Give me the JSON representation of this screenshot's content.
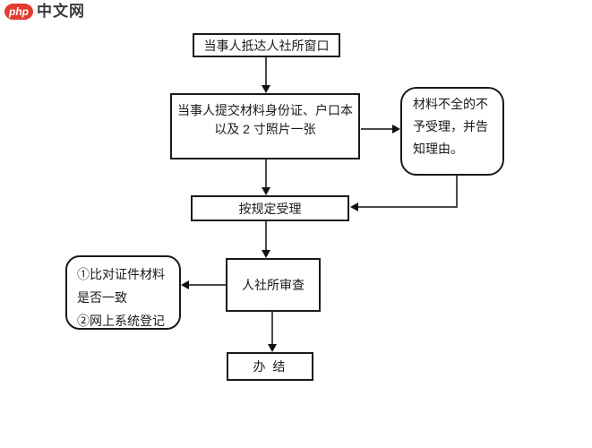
{
  "logo": {
    "badge": "php",
    "site_name": "中文网"
  },
  "flowchart": {
    "nodes": {
      "arrival": {
        "label": "当事人抵达人社所窗口"
      },
      "submit": {
        "lines": [
          "当事人提交材料身份证、户口本",
          "以及 2 寸照片一张"
        ]
      },
      "reject_note": {
        "lines": [
          "材料不全的不",
          "予受理，并告",
          "知理由。"
        ]
      },
      "accept": {
        "label": "按规定受理"
      },
      "review": {
        "label": "人社所审查"
      },
      "review_note": {
        "lines": [
          "①比对证件材料",
          "是否一致",
          "②网上系统登记"
        ]
      },
      "complete": {
        "label": "办 结"
      }
    }
  },
  "colors": {
    "logo_red": "#e23b2e",
    "stroke": "#1a1a1a",
    "background": "#ffffff"
  }
}
